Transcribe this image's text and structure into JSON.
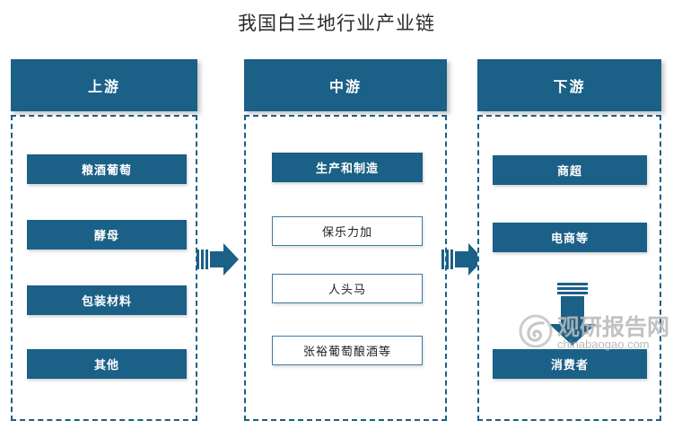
{
  "title": "我国白兰地行业产业链",
  "watermark": {
    "brand": "观研报告网",
    "site": "chinabaogao.com",
    "logo_icon": "swirl-logo-icon"
  },
  "colors": {
    "primary": "#1b6087",
    "outline_border": "#3b7ca3",
    "dashed_border": "#1b6087",
    "title_text": "#2b2b2b",
    "watermark_text": "#b9b9b9",
    "background": "#ffffff"
  },
  "columns": [
    {
      "id": "upstream",
      "header": "上游",
      "items": [
        {
          "label": "粮酒葡萄",
          "style": "filled"
        },
        {
          "label": "酵母",
          "style": "filled"
        },
        {
          "label": "包装材料",
          "style": "filled"
        },
        {
          "label": "其他",
          "style": "filled"
        }
      ]
    },
    {
      "id": "midstream",
      "header": "中游",
      "items": [
        {
          "label": "生产和制造",
          "style": "filled"
        },
        {
          "label": "保乐力加",
          "style": "outline"
        },
        {
          "label": "人头马",
          "style": "outline"
        },
        {
          "label": "张裕葡萄酿酒等",
          "style": "outline"
        }
      ]
    },
    {
      "id": "downstream",
      "header": "下游",
      "items": [
        {
          "label": "商超",
          "style": "filled"
        },
        {
          "label": "电商等",
          "style": "filled"
        },
        {
          "label": "消费者",
          "style": "filled"
        }
      ]
    }
  ],
  "arrows": [
    {
      "id": "upstream-to-midstream",
      "direction": "right",
      "icon": "arrow-right-icon"
    },
    {
      "id": "midstream-to-downstream",
      "direction": "right",
      "icon": "arrow-right-icon"
    },
    {
      "id": "channels-to-consumer",
      "direction": "down",
      "icon": "arrow-down-icon"
    }
  ]
}
